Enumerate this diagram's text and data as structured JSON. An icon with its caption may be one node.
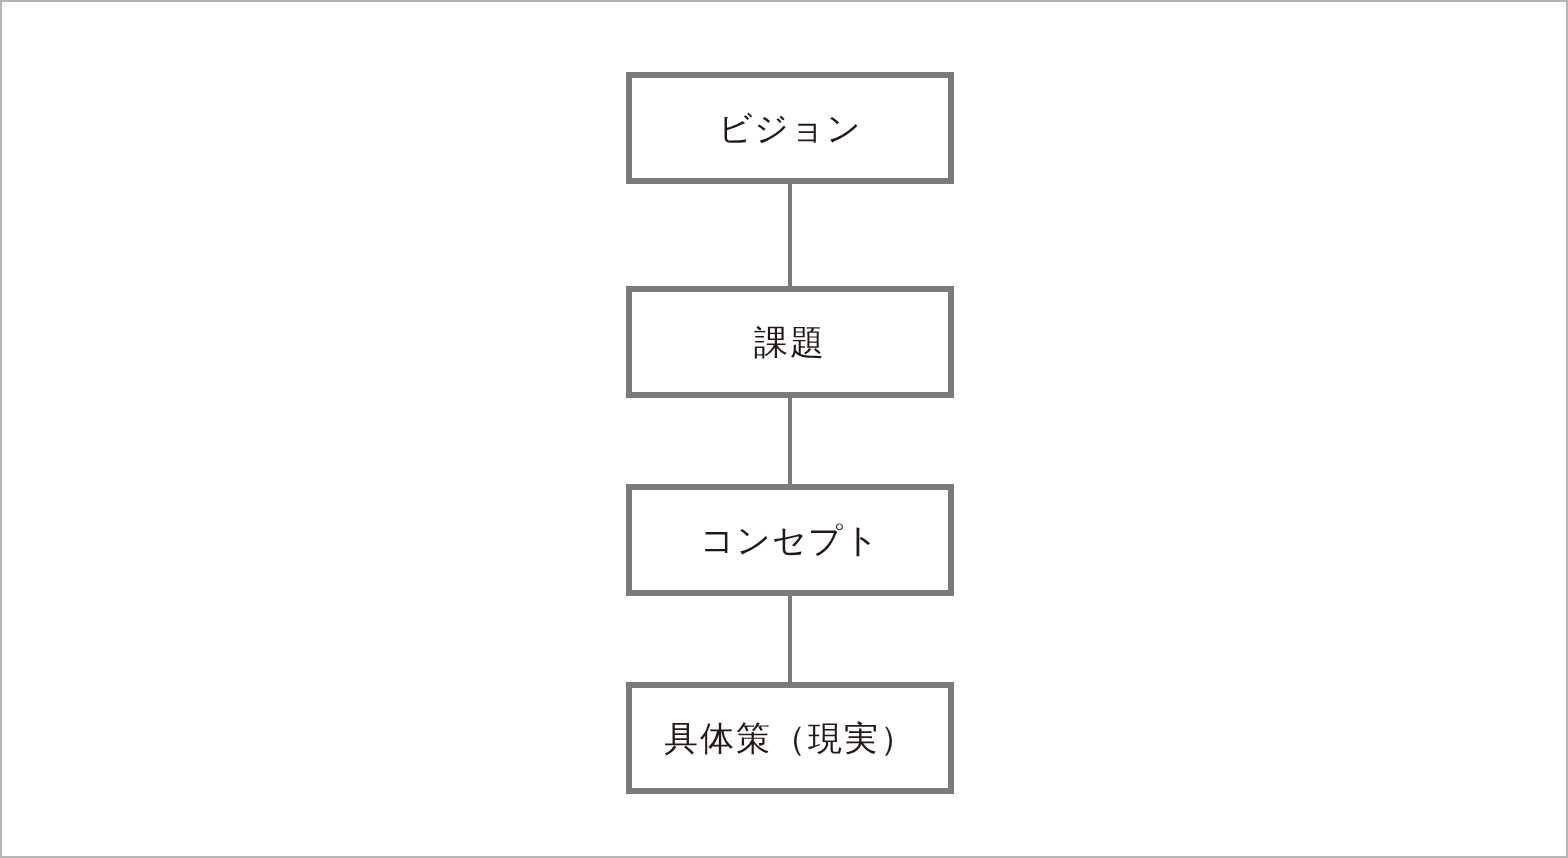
{
  "diagram": {
    "nodes": [
      {
        "text": [
          "ビジョン"
        ]
      },
      {
        "text": [
          "課題"
        ]
      },
      {
        "text": [
          "コンセプト"
        ]
      },
      {
        "text": [
          "具体策（現実）"
        ]
      }
    ],
    "edges": [
      {
        "from": 0,
        "to": 1,
        "arrow": "none"
      },
      {
        "from": 1,
        "to": 2,
        "arrow": "none"
      },
      {
        "from": 2,
        "to": 3,
        "arrow": "none"
      }
    ]
  }
}
